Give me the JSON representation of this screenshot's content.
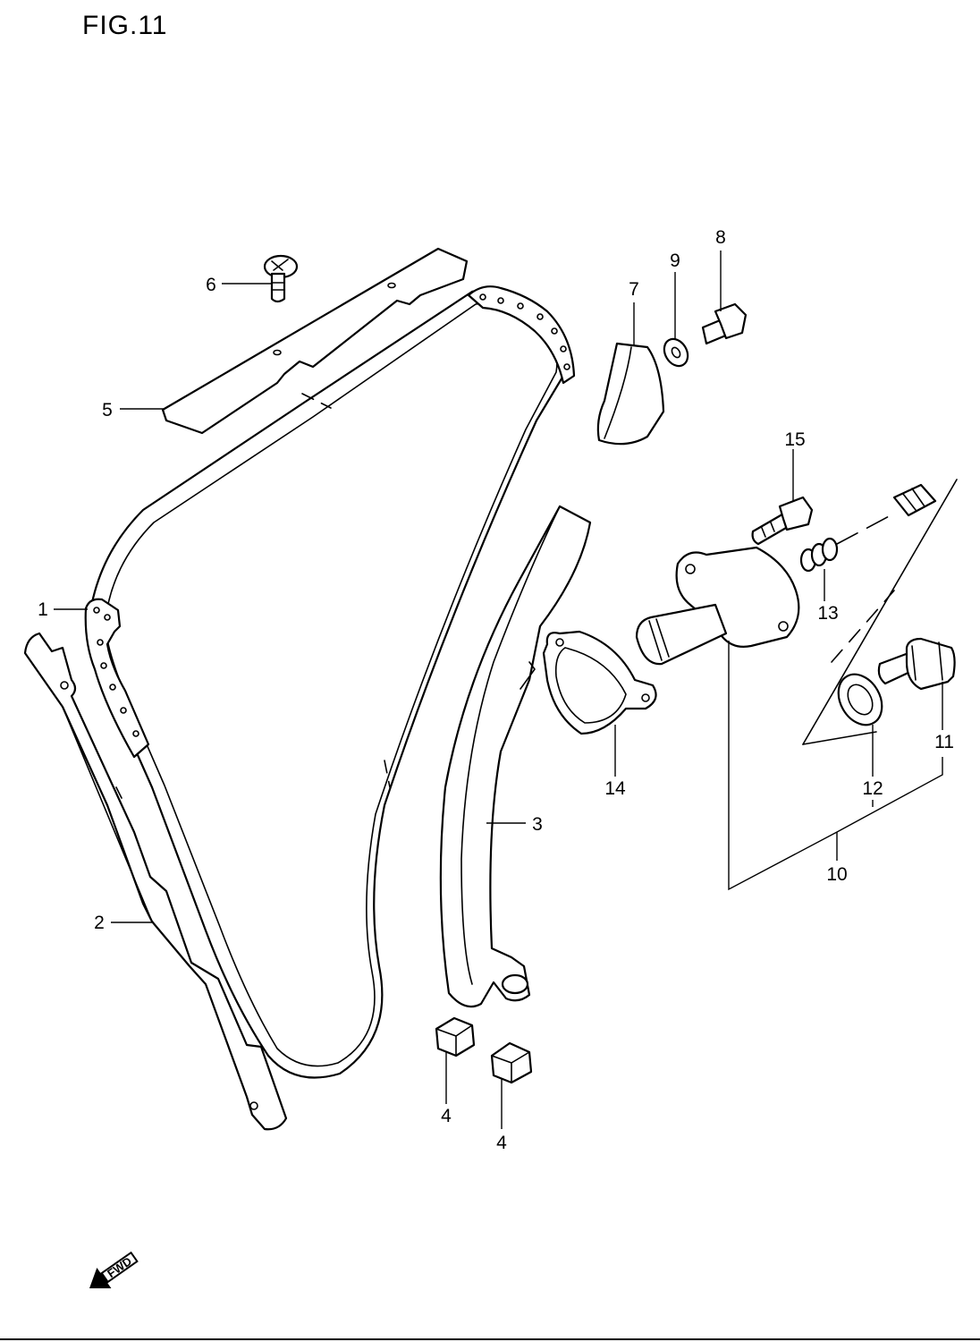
{
  "figure": {
    "title": "FIG.11"
  },
  "callouts": [
    {
      "id": "1",
      "part": "cam-chain"
    },
    {
      "id": "2",
      "part": "chain-guide-rear"
    },
    {
      "id": "3",
      "part": "chain-tensioner-guide"
    },
    {
      "id": "4",
      "part": "cushion-a"
    },
    {
      "id": "4",
      "part": "cushion-b"
    },
    {
      "id": "5",
      "part": "chain-guide-top"
    },
    {
      "id": "6",
      "part": "screw"
    },
    {
      "id": "7",
      "part": "chain-guide-small"
    },
    {
      "id": "8",
      "part": "bolt"
    },
    {
      "id": "9",
      "part": "washer"
    },
    {
      "id": "10",
      "part": "tensioner-assembly"
    },
    {
      "id": "11",
      "part": "tensioner-cap-bolt"
    },
    {
      "id": "12",
      "part": "gasket-washer"
    },
    {
      "id": "13",
      "part": "spring"
    },
    {
      "id": "14",
      "part": "tensioner-gasket"
    },
    {
      "id": "15",
      "part": "tensioner-bolt"
    }
  ],
  "direction_badge": {
    "text": "FWD"
  },
  "style": {
    "line_color": "#000000",
    "background": "#ffffff"
  }
}
